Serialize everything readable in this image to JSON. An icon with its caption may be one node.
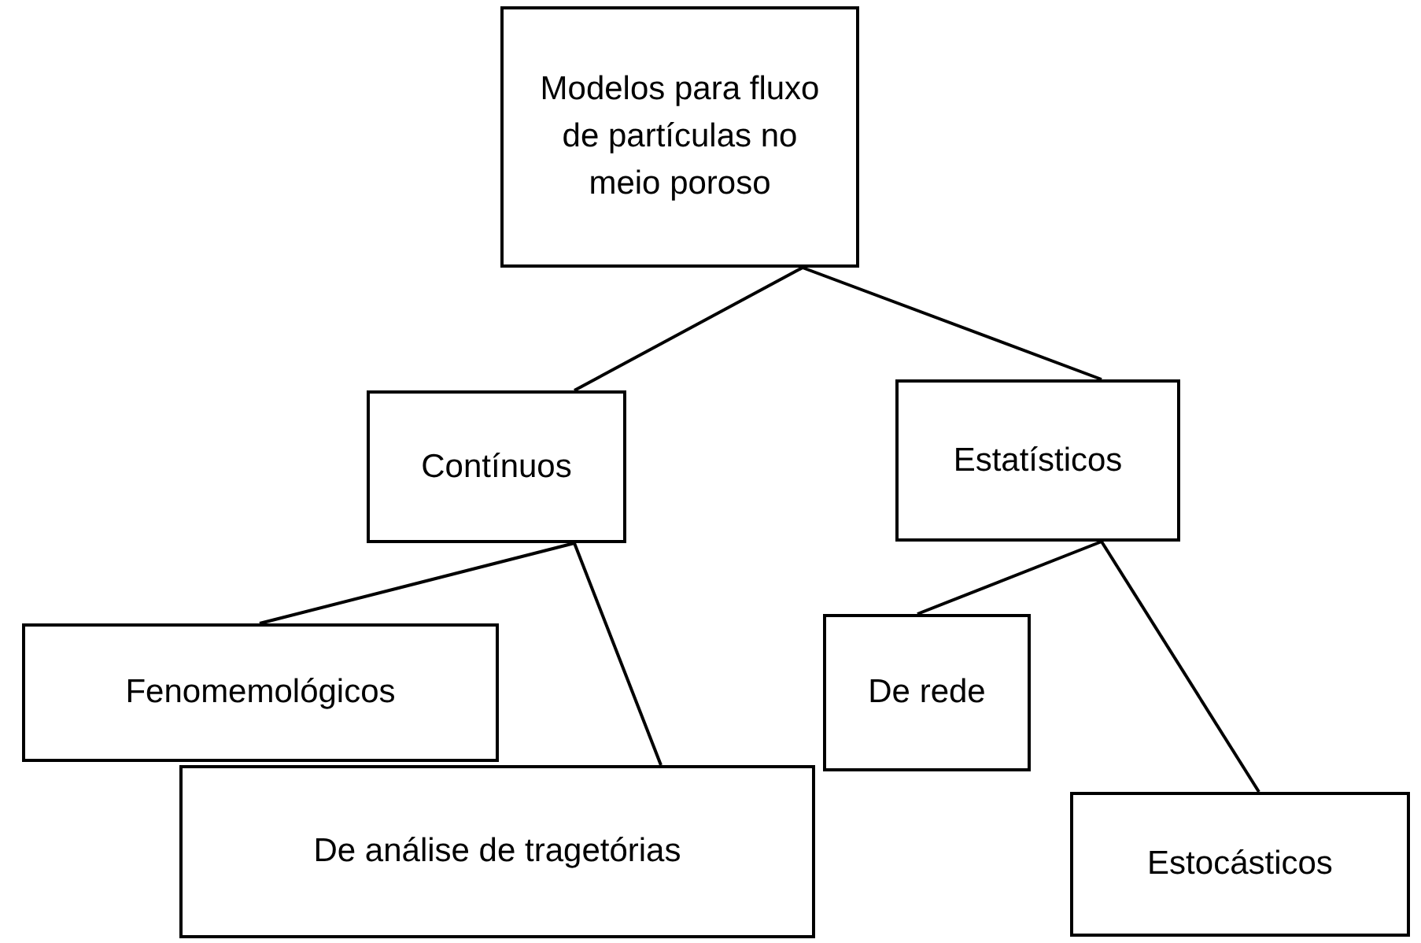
{
  "diagram": {
    "nodes": [
      {
        "text": [
          "Modelos para fluxo de partículas no meio poroso"
        ]
      },
      {
        "text": [
          "Contínuos"
        ]
      },
      {
        "text": [
          "Estatísticos"
        ]
      },
      {
        "text": [
          "Fenomemológicos"
        ]
      },
      {
        "text": [
          "De análise de tragetórias"
        ]
      },
      {
        "text": [
          "De rede"
        ]
      },
      {
        "text": [
          "Estocásticos"
        ]
      }
    ],
    "edges": [
      {
        "from": 0,
        "to": 1,
        "arrow": "none"
      },
      {
        "from": 0,
        "to": 2,
        "arrow": "none"
      },
      {
        "from": 1,
        "to": 3,
        "arrow": "none"
      },
      {
        "from": 1,
        "to": 4,
        "arrow": "none"
      },
      {
        "from": 2,
        "to": 5,
        "arrow": "none"
      },
      {
        "from": 2,
        "to": 6,
        "arrow": "none"
      }
    ]
  }
}
